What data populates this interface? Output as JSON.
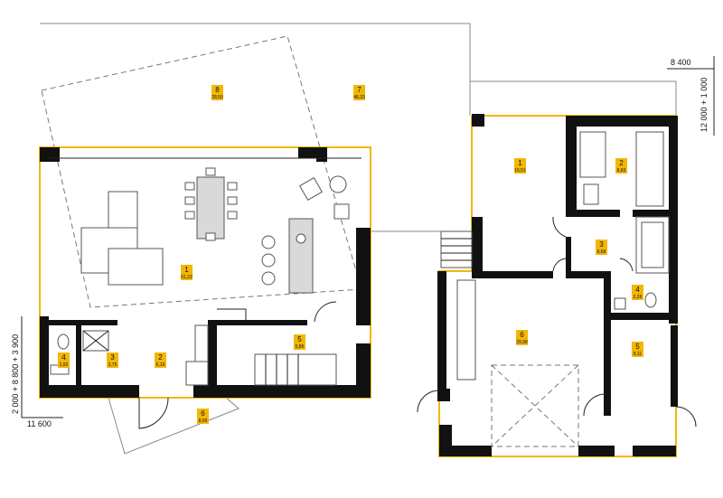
{
  "colors": {
    "accent": "#f2b705",
    "wall": "#111111",
    "line": "#222222"
  },
  "dimensions": {
    "bottom_left": "11 600",
    "left_vertical": "2 000 + 8 800 + 3 900",
    "top_right": "8 400",
    "right_vertical": "12 000 + 1 000"
  },
  "ground_floor": {
    "rooms": [
      {
        "num": "1",
        "area": "61,23"
      },
      {
        "num": "2",
        "area": "6,16"
      },
      {
        "num": "3",
        "area": "2,75"
      },
      {
        "num": "4",
        "area": "1,92"
      },
      {
        "num": "5",
        "area": "5,86"
      },
      {
        "num": "6",
        "area": "8,56"
      },
      {
        "num": "7",
        "area": "48,33"
      },
      {
        "num": "8",
        "area": "28,50"
      }
    ]
  },
  "upper_floor": {
    "rooms": [
      {
        "num": "1",
        "area": "16,51"
      },
      {
        "num": "2",
        "area": "8,83"
      },
      {
        "num": "3",
        "area": "6,68"
      },
      {
        "num": "4",
        "area": "2,26"
      },
      {
        "num": "5",
        "area": "8,11"
      },
      {
        "num": "6",
        "area": "29,98"
      }
    ]
  }
}
